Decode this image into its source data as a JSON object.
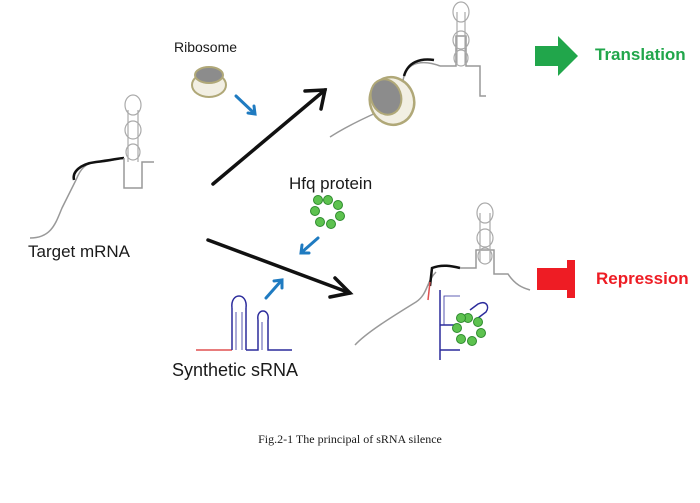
{
  "labels": {
    "ribosome": "Ribosome",
    "hfq_protein": "Hfq protein",
    "target_mrna": "Target mRNA",
    "synthetic_srna": "Synthetic sRNA",
    "translation": "Translation",
    "repression": "Repression"
  },
  "caption": "Fig.2-1 The principal of sRNA silence",
  "colors": {
    "translation": "#21a64b",
    "repression": "#ee1c24",
    "small_arrow": "#1f7bc1",
    "hfq": "#5dc24f",
    "srna": "#2c2c9c",
    "seed": "#e05050",
    "ribosome_body": "#9a9a9a",
    "ribosome_rim": "#a8a070"
  }
}
